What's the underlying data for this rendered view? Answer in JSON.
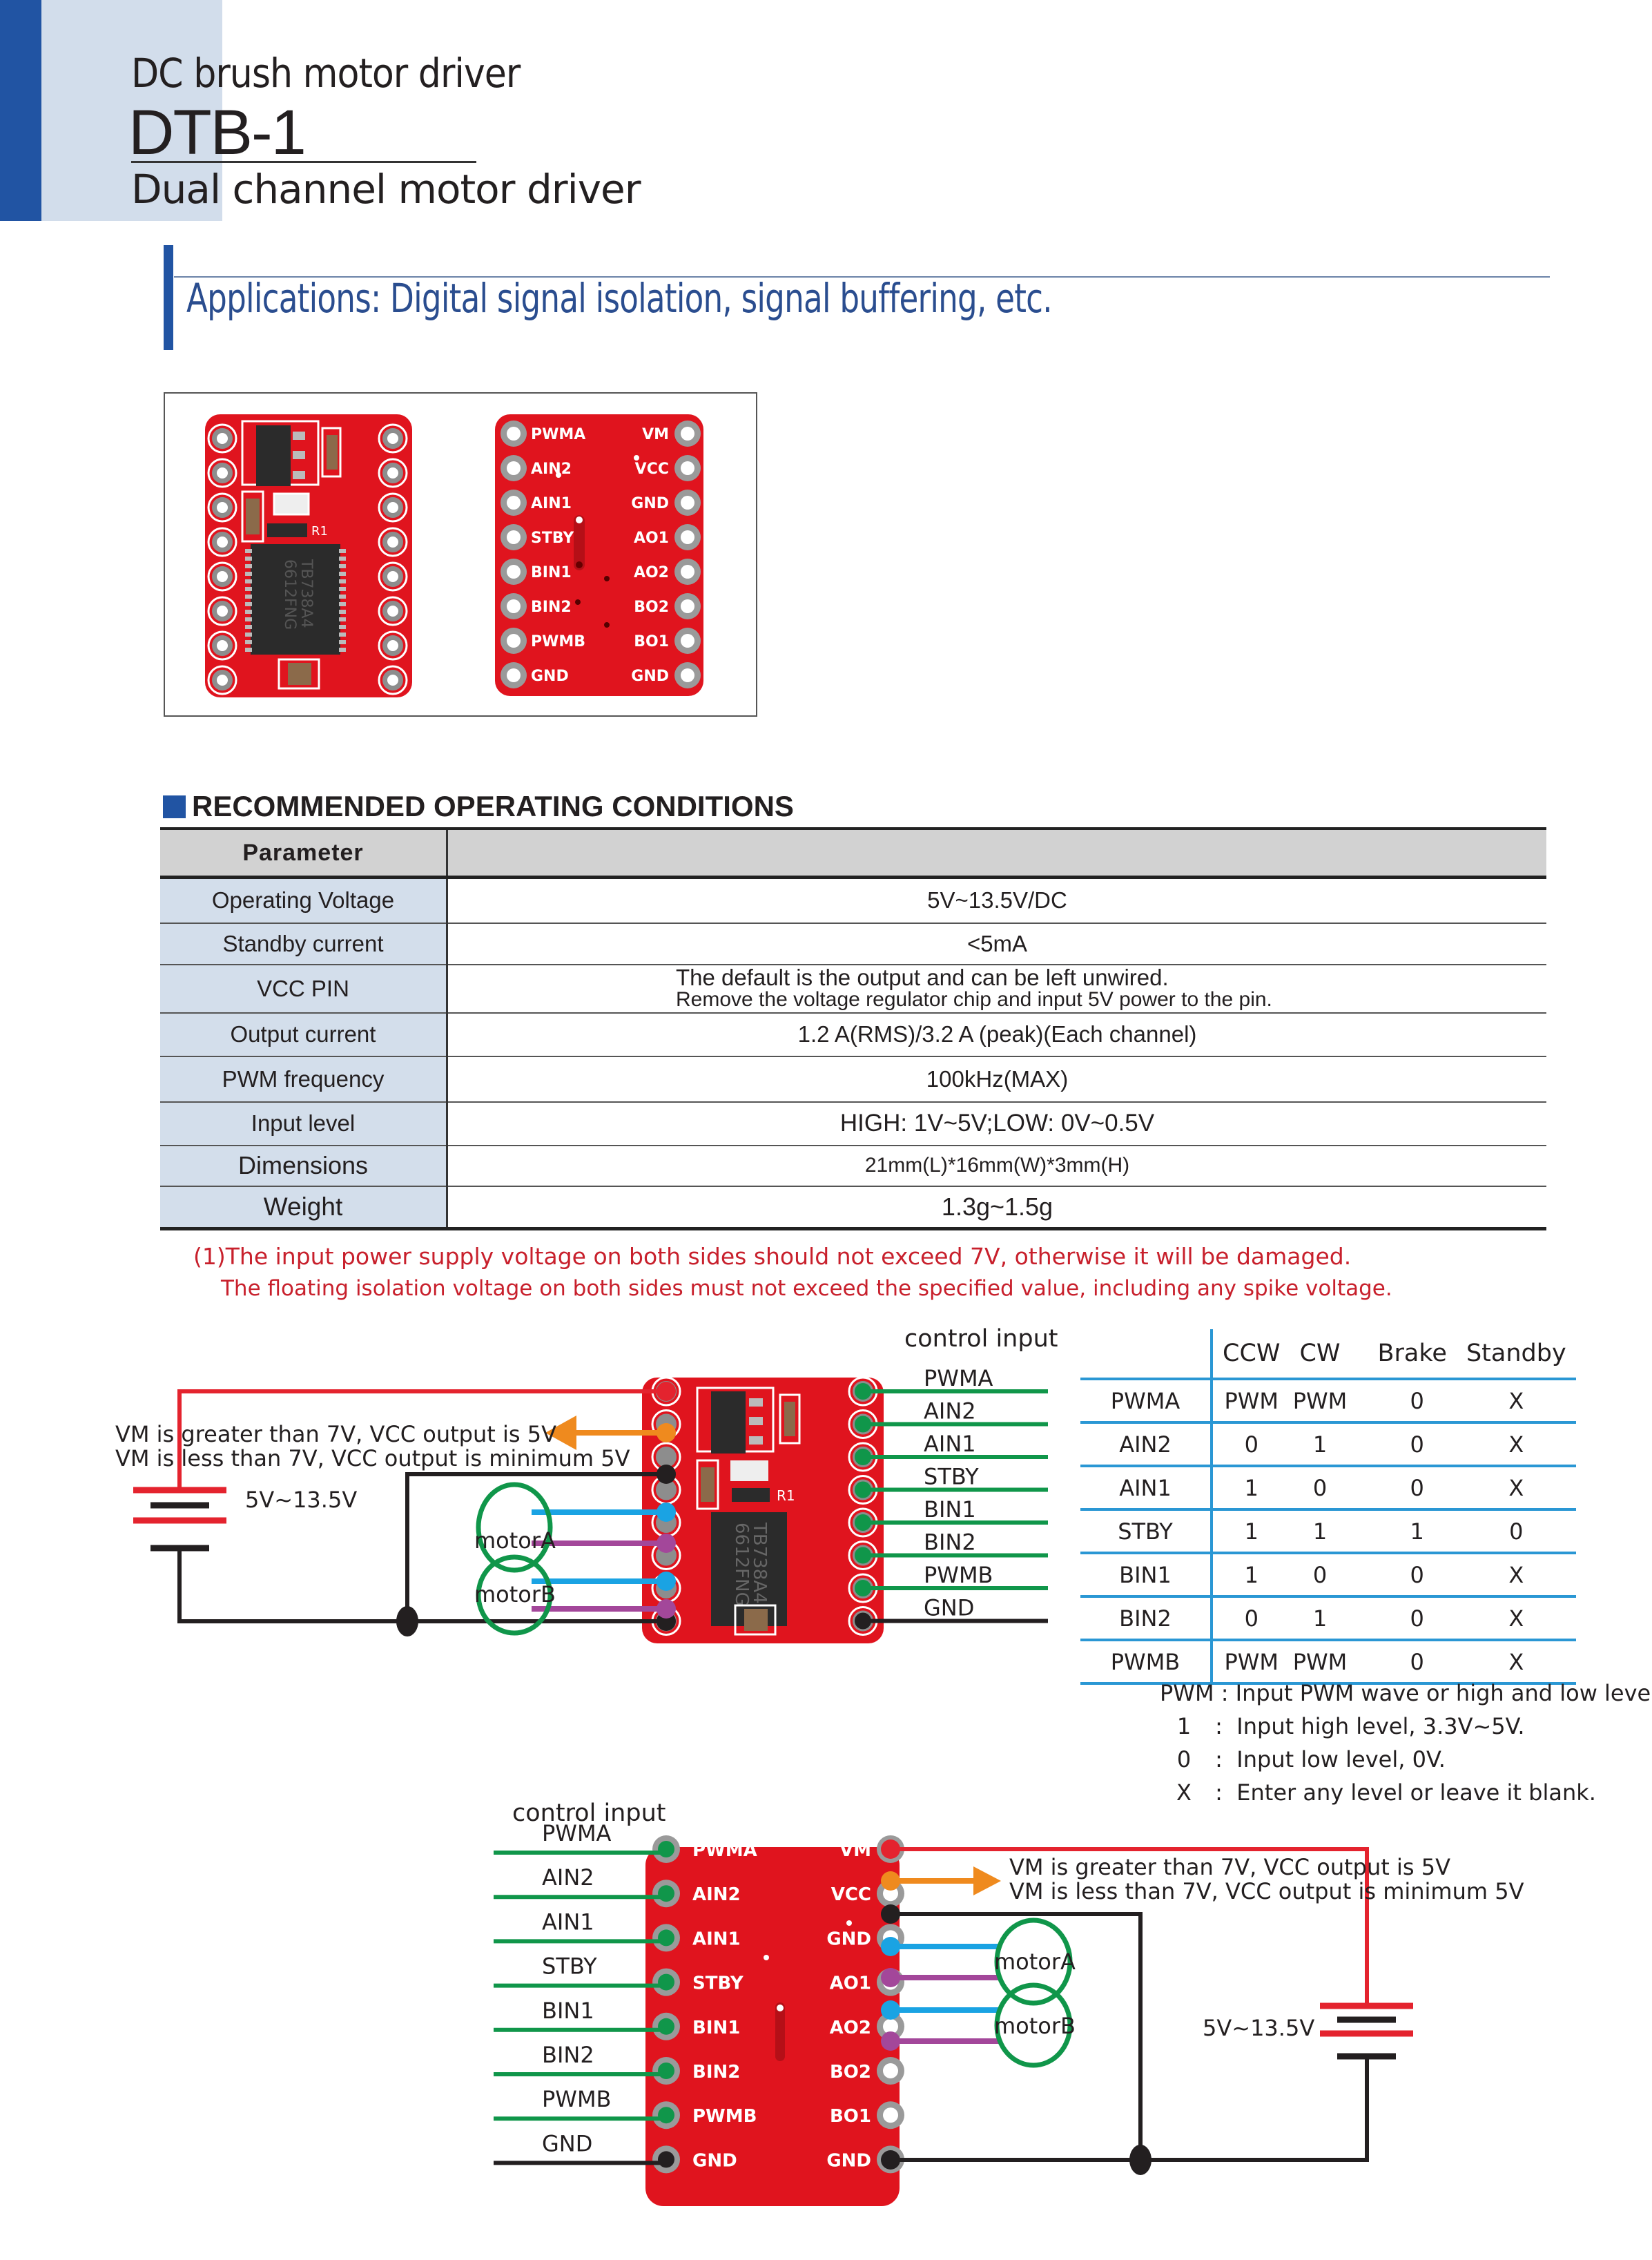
{
  "header": {
    "subtitle_top": "DC brush motor driver",
    "model": "DTB-1",
    "subtitle_bottom": "Dual channel motor driver",
    "accent_color": "#2154a3"
  },
  "applications": {
    "text": "Applications: Digital signal isolation, signal buffering, etc."
  },
  "photos": {
    "front": {
      "chip_line1": "TB738A4",
      "chip_line2": "6612FNG",
      "resistor_label": "R1"
    },
    "back": {
      "left_pins": [
        "PWMA",
        "AIN2",
        "AIN1",
        "STBY",
        "BIN1",
        "BIN2",
        "PWMB",
        "GND"
      ],
      "right_pins": [
        "VM",
        "VCC",
        "GND",
        "AO1",
        "AO2",
        "BO2",
        "BO1",
        "GND"
      ]
    }
  },
  "conditions": {
    "title": "RECOMMENDED OPERATING CONDITIONS",
    "header_param": "Parameter",
    "header_value": "",
    "rows": [
      {
        "param": "Operating Voltage",
        "value": "5V~13.5V/DC"
      },
      {
        "param": "Standby current",
        "value": "<5mA"
      },
      {
        "param": "VCC PIN",
        "value": "The default is the output and can be left unwired.",
        "value2": "Remove the voltage regulator chip and input 5V power to the pin."
      },
      {
        "param": "Output current",
        "value": "1.2 A(RMS)/3.2 A (peak)(Each channel)"
      },
      {
        "param": "PWM  frequency",
        "value": "100kHz(MAX)"
      },
      {
        "param": "Input level",
        "value": "HIGH:  1V~5V;LOW:  0V~0.5V"
      },
      {
        "param": "Dimensions",
        "value": "21mm(L)*16mm(W)*3mm(H)"
      },
      {
        "param": "Weight",
        "value": "1.3g~1.5g"
      }
    ]
  },
  "notes": {
    "line1": "(1)The input power supply voltage on both sides should not exceed 7V, otherwise it will be damaged.",
    "line2": "The floating isolation voltage on both sides must not exceed the specified value, including any spike voltage.",
    "color": "#c8202c"
  },
  "diagram1": {
    "control_input_label": "control input",
    "input_pins": [
      "PWMA",
      "AIN2",
      "AIN1",
      "STBY",
      "BIN1",
      "BIN2",
      "PWMB",
      "GND"
    ],
    "vcc_note1": "VM is greater than 7V, VCC output is 5V",
    "vcc_note2": "VM is less than 7V, VCC output is minimum 5V",
    "battery_label": "5V~13.5V",
    "motor_a": "motorA",
    "motor_b": "motorB",
    "chip_line1": "TB738A4",
    "chip_line2": "6612FNG"
  },
  "truth_table": {
    "columns": [
      "",
      "CCW",
      "CW",
      "Brake",
      "Standby"
    ],
    "rows": [
      {
        "pin": "PWMA",
        "values": [
          "PWM",
          "PWM",
          "0",
          "X"
        ]
      },
      {
        "pin": "AIN2",
        "values": [
          "0",
          "1",
          "0",
          "X"
        ]
      },
      {
        "pin": "AIN1",
        "values": [
          "1",
          "0",
          "0",
          "X"
        ]
      },
      {
        "pin": "STBY",
        "values": [
          "1",
          "1",
          "1",
          "0"
        ]
      },
      {
        "pin": "BIN1",
        "values": [
          "1",
          "0",
          "0",
          "X"
        ]
      },
      {
        "pin": "BIN2",
        "values": [
          "0",
          "1",
          "0",
          "X"
        ]
      },
      {
        "pin": "PWMB",
        "values": [
          "PWM",
          "PWM",
          "0",
          "X"
        ]
      }
    ],
    "line_color": "#2a97d4"
  },
  "legend": [
    {
      "key": "PWM",
      "sep": ":",
      "text": "Input PWM wave or high and low level."
    },
    {
      "key": "1",
      "sep": ":",
      "text": "Input high level, 3.3V~5V."
    },
    {
      "key": "0",
      "sep": ":",
      "text": "Input low level, 0V."
    },
    {
      "key": "X",
      "sep": ":",
      "text": "Enter any level or leave it blank."
    }
  ],
  "diagram2": {
    "control_input_label": "control input",
    "input_pins": [
      "PWMA",
      "AIN2",
      "AIN1",
      "STBY",
      "BIN1",
      "BIN2",
      "PWMB",
      "GND"
    ],
    "board_left_labels": [
      "PWMA",
      "AIN2",
      "AIN1",
      "STBY",
      "BIN1",
      "BIN2",
      "PWMB",
      "GND"
    ],
    "board_right_labels": [
      "VM",
      "VCC",
      "GND",
      "AO1",
      "AO2",
      "BO2",
      "BO1",
      "GND"
    ],
    "vcc_note1": "VM is greater than 7V, VCC output is 5V",
    "vcc_note2": "VM is less than 7V, VCC output is minimum 5V",
    "battery_label": "5V~13.5V",
    "motor_a": "motorA",
    "motor_b": "motorB"
  },
  "colors": {
    "wire_red": "#e4232e",
    "wire_green": "#10964a",
    "wire_black": "#231f20",
    "wire_orange": "#ef8a1e",
    "wire_blue": "#1aa3e3",
    "wire_purple": "#a3479a",
    "pcb_red": "#e0141e"
  }
}
